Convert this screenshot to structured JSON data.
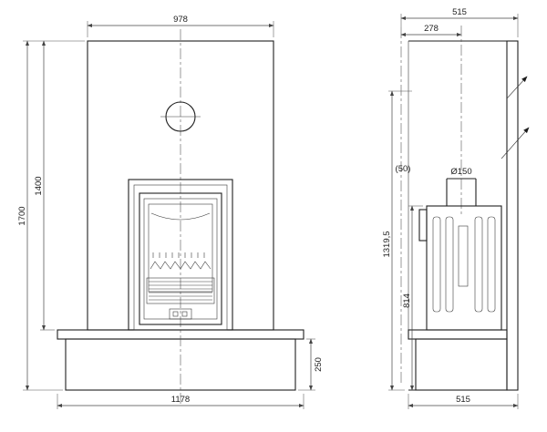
{
  "drawing": {
    "front": {
      "top_width": "978",
      "total_height": "1700",
      "opening_height": "1400",
      "hearth_height": "250",
      "base_width": "1178"
    },
    "side": {
      "top_depth": "515",
      "flue_center_offset": "278",
      "gap": "(50)",
      "flue_diameter": "Ø150",
      "outlet_height": "1319,5",
      "stove_height": "814",
      "base_depth": "515"
    }
  }
}
